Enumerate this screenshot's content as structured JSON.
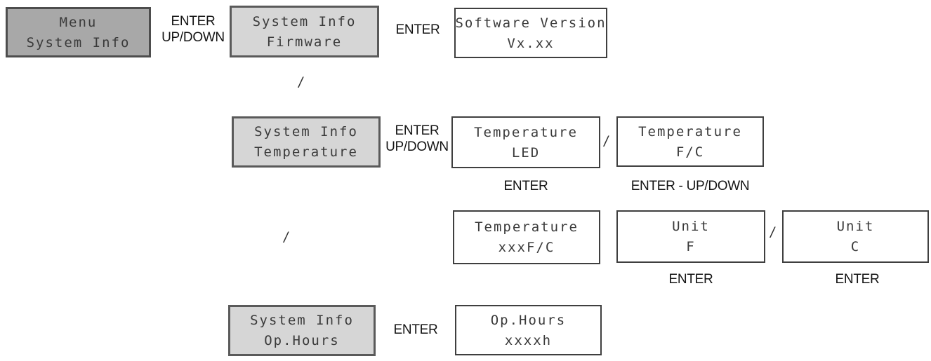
{
  "nodes": {
    "menu_system_info": {
      "line1": "Menu",
      "line2": "System Info"
    },
    "system_info_firmware": {
      "line1": "System Info",
      "line2": "Firmware"
    },
    "software_version": {
      "line1": "Software Version",
      "line2": "Vx.xx"
    },
    "system_info_temperature": {
      "line1": "System Info",
      "line2": "Temperature"
    },
    "temperature_led": {
      "line1": "Temperature",
      "line2": "LED"
    },
    "temperature_fc": {
      "line1": "Temperature",
      "line2": "F/C"
    },
    "temperature_value": {
      "line1": "Temperature",
      "line2": "xxxF/C"
    },
    "unit_f": {
      "line1": "Unit",
      "line2": "F"
    },
    "unit_c": {
      "line1": "Unit",
      "line2": "C"
    },
    "system_info_op_hours": {
      "line1": "System Info",
      "line2": "Op.Hours"
    },
    "op_hours": {
      "line1": "Op.Hours",
      "line2": "xxxxh"
    }
  },
  "labels": {
    "enter": "ENTER",
    "up_down": "UP/DOWN",
    "enter_dash_up_down": "ENTER - UP/DOWN",
    "or_slash": "/"
  },
  "colors": {
    "dark_box_fill": "#a8a8a8",
    "light_box_fill": "#d6d6d6",
    "white_box_fill": "#ffffff",
    "dark_box_border": "#4d4d4d",
    "white_box_border": "#3f3f3f",
    "lcd_text": "#3a3a3a",
    "label_text": "#141414"
  }
}
